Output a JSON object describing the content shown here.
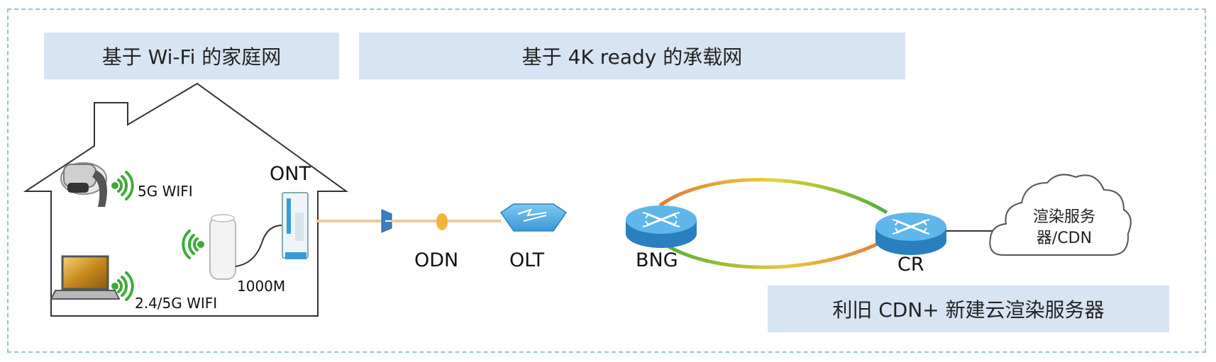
{
  "banners": {
    "home": "基于 Wi-Fi 的家庭网",
    "transport": "基于 4K ready 的承载网",
    "cdn": "利旧 CDN+ 新建云渲染服务器"
  },
  "nodes": {
    "ont": "ONT",
    "odn": "ODN",
    "olt": "OLT",
    "bng": "BNG",
    "cr": "CR",
    "cloud_line1": "渲染服务",
    "cloud_line2": "器/CDN"
  },
  "home_labels": {
    "wifi_5g": "5G WIFI",
    "wifi_24_5g": "2.4/5G WIFI",
    "link_1000m": "1000M"
  },
  "colors": {
    "banner_bg": "#d6e4f3",
    "frame_border": "#8ec3e6",
    "device_blue": "#3a9ad9",
    "fiber": "#f1c99a",
    "wifi_green": "#3daa3d"
  }
}
